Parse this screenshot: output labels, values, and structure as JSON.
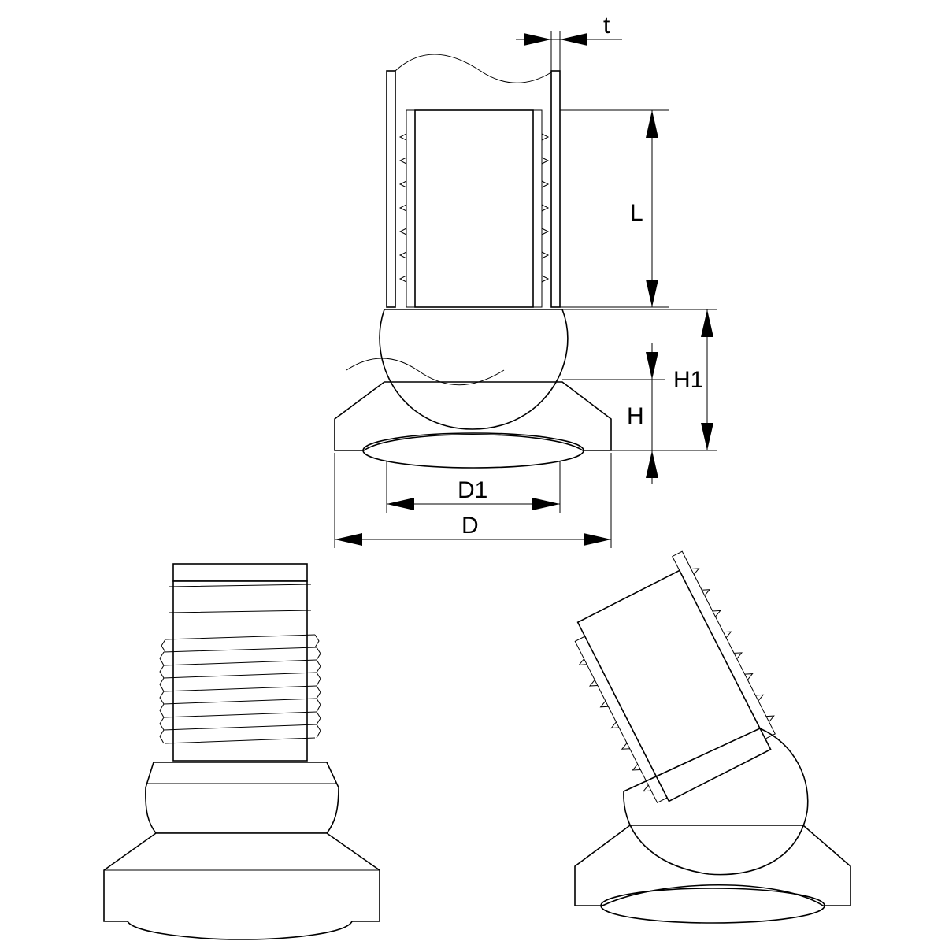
{
  "dimensions": {
    "wall_thickness": "t",
    "insert_length": "L",
    "total_height": "H1",
    "base_height": "H",
    "ball_diameter": "D1",
    "base_diameter": "D"
  },
  "colors": {
    "line": "#000000",
    "background": "#ffffff"
  }
}
